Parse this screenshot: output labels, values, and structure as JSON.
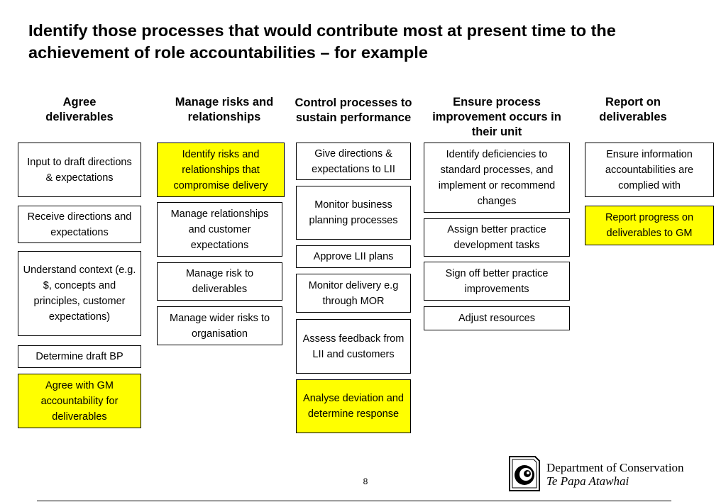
{
  "title": "Identify those processes that would contribute most at present time to the achievement of role accountabilities – for example",
  "colors": {
    "highlight": "#ffff00",
    "border": "#000000"
  },
  "columns": [
    {
      "heading": "Agree deliverables",
      "boxes": [
        {
          "text": "Input to draft directions & expectations",
          "highlighted": false
        },
        {
          "text": "Receive directions and expectations",
          "highlighted": false
        },
        {
          "text": "Understand context (e.g. $, concepts and principles, customer expectations)",
          "highlighted": false
        },
        {
          "text": "Determine draft BP",
          "highlighted": false
        },
        {
          "text": "Agree with GM accountability for deliverables",
          "highlighted": true
        }
      ]
    },
    {
      "heading": "Manage risks and relationships",
      "boxes": [
        {
          "text": "Identify risks and relationships that compromise delivery",
          "highlighted": true
        },
        {
          "text": "Manage relationships and customer expectations",
          "highlighted": false
        },
        {
          "text": "Manage risk to deliverables",
          "highlighted": false
        },
        {
          "text": "Manage wider risks to organisation",
          "highlighted": false
        }
      ]
    },
    {
      "heading": "Control processes to sustain performance",
      "boxes": [
        {
          "text": "Give directions & expectations to LII",
          "highlighted": false
        },
        {
          "text": "Monitor business planning processes",
          "highlighted": false
        },
        {
          "text": "Approve LII plans",
          "highlighted": false
        },
        {
          "text": "Monitor delivery e.g through MOR",
          "highlighted": false
        },
        {
          "text": "Assess feedback from LII and customers",
          "highlighted": false
        },
        {
          "text": "Analyse deviation and determine response",
          "highlighted": true
        }
      ]
    },
    {
      "heading": "Ensure process improvement occurs in their unit",
      "boxes": [
        {
          "text": "Identify deficiencies to standard processes, and implement or recommend changes",
          "highlighted": false
        },
        {
          "text": "Assign better practice development tasks",
          "highlighted": false
        },
        {
          "text": "Sign off better practice improvements",
          "highlighted": false
        },
        {
          "text": "Adjust resources",
          "highlighted": false
        }
      ]
    },
    {
      "heading": "Report on deliverables",
      "boxes": [
        {
          "text": "Ensure information accountabilities are complied with",
          "highlighted": false
        },
        {
          "text": "Report progress on deliverables to GM",
          "highlighted": true
        }
      ]
    }
  ],
  "page_number": "8",
  "logo": {
    "line1": "Department of Conservation",
    "line2": "Te Papa Atawhai",
    "icon": "doc-koru-logo-icon"
  }
}
